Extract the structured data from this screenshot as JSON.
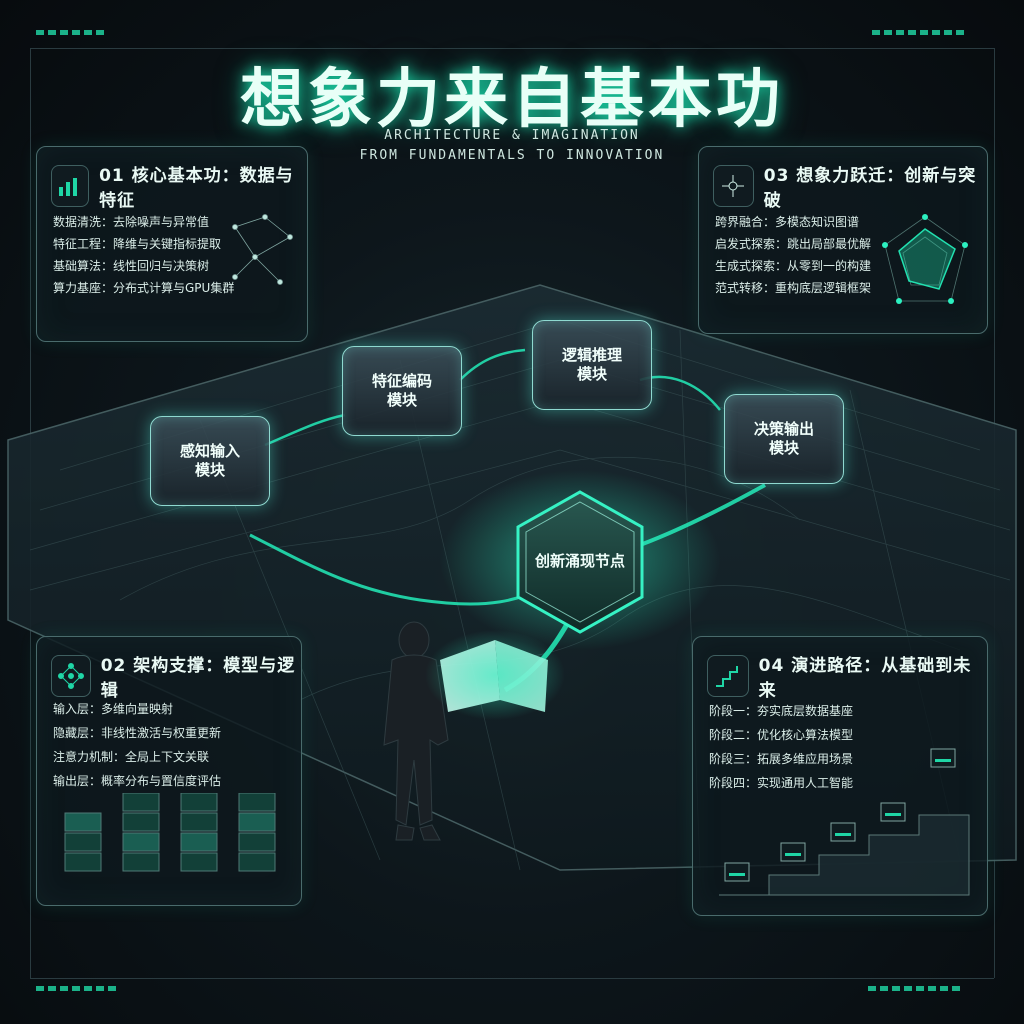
{
  "title": "想象力来自基本功",
  "subtitle_line1": "ARCHITECTURE & IMAGINATION",
  "subtitle_line2": "FROM FUNDAMENTALS TO INNOVATION",
  "accent_color": "#19d8a8",
  "panels": {
    "p1": {
      "title": "01 核心基本功：数据与特征",
      "icon": "bar-chart-icon",
      "rows": [
        "数据清洗：去除噪声与异常值",
        "特征工程：降维与关键指标提取",
        "基础算法：线性回归与决策树",
        "算力基座：分布式计算与GPU集群"
      ]
    },
    "p3": {
      "title": "03 想象力跃迁：创新与突破",
      "icon": "network-icon",
      "rows": [
        "跨界融合：多模态知识图谱",
        "启发式探索：跳出局部最优解",
        "生成式探索：从零到一的构建",
        "范式转移：重构底层逻辑框架"
      ]
    },
    "p2": {
      "title": "02 架构支撑：模型与逻辑",
      "icon": "neural-net-icon",
      "rows": [
        "输入层：多维向量映射",
        "隐藏层：非线性激活与权重更新",
        "注意力机制：全局上下文关联",
        "输出层：概率分布与置信度评估"
      ]
    },
    "p4": {
      "title": "04 演进路径：从基础到未来",
      "icon": "staircase-icon",
      "rows": [
        "阶段一：夯实底层数据基座",
        "阶段二：优化核心算法模型",
        "阶段三：拓展多维应用场景",
        "阶段四：实现通用人工智能"
      ]
    }
  },
  "modules": {
    "m1": "感知输入\n模块",
    "m2": "特征编码\n模块",
    "m3": "逻辑推理\n模块",
    "m4": "决策输出\n模块"
  },
  "center_node": "创新涌现节点"
}
